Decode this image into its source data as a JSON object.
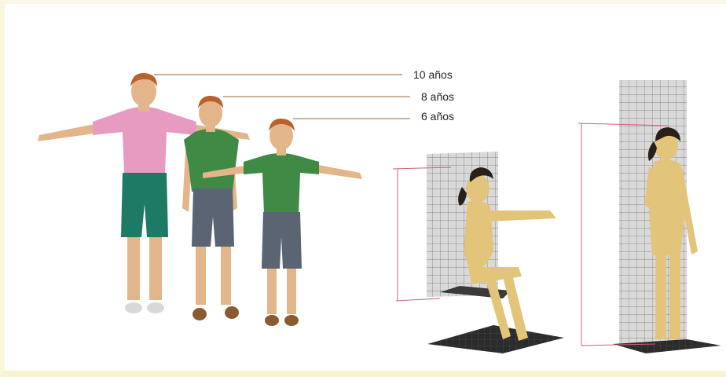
{
  "age_labels": [
    "10 años",
    "8 años",
    "6 años"
  ],
  "colors": {
    "background": "#ffffff",
    "leader_line": "#b99a78",
    "skin": "#e2b58a",
    "hair": "#b8612c",
    "pink_shirt": "#e79bc0",
    "green_shirt": "#3f8a45",
    "teal_shorts": "#1e7a64",
    "grey_shorts": "#5b6472",
    "mannequin": "#e3c47b",
    "mannequin_hair": "#2a201a",
    "grid_panel": "#d6d6d6",
    "grid_line": "#7a7a7a",
    "measure_line": "#d0607a"
  }
}
